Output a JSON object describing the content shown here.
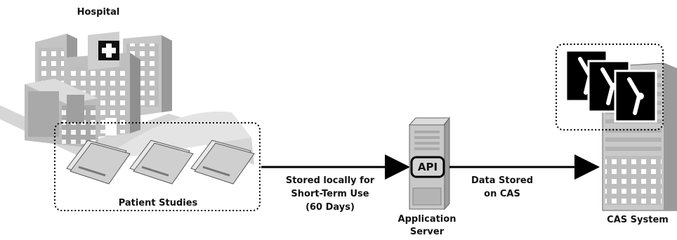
{
  "labels": {
    "hospital": "Hospital",
    "patient_studies": "Patient Studies",
    "stored_locally": [
      "Stored locally for",
      "Short-Term Use",
      "(60 Days)"
    ],
    "api": "API",
    "app_server": [
      "Application",
      "Server"
    ],
    "data_stored": [
      "Data Stored",
      "on CAS"
    ],
    "cas_system": "CAS System"
  },
  "icons": [
    "hospital-building-icon",
    "patient-study-folder-icon",
    "application-server-icon",
    "cas-storage-rack-icon",
    "xray-film-icon",
    "arrow-right-icon"
  ],
  "colors": {
    "line": "#000000",
    "server_gray": "#c8c8c8",
    "building_gray": "#b4b4b4"
  }
}
